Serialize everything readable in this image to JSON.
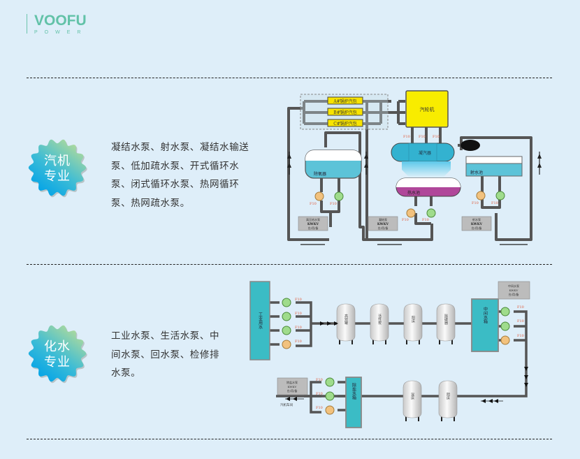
{
  "brand": {
    "name": "VOOFU",
    "sub": "POWER",
    "color": "#62c2a8"
  },
  "sections": [
    {
      "badge": {
        "line1": "汽机",
        "line2": "专业"
      },
      "description": "凝结水泵、射水泵、凝结水输送泵、低加疏水泵、开式循环水泵、闭式循环水泵、热网循环泵、热网疏水泵。",
      "diagram": {
        "boilers": [
          "A#锅炉汽包",
          "B#锅炉汽包",
          "C#锅炉汽包"
        ],
        "turbine": "汽轮机",
        "condenser": "凝汽器",
        "hotwell": "热水池",
        "deaerator": "除氧器",
        "jet_pool": "射水池",
        "valve_tag": "F10",
        "pump_groups": [
          {
            "line1": "高压给水泵",
            "line2": "KWKV",
            "line3": "台/用/备"
          },
          {
            "line1": "凝结泵",
            "line2": "KWKV",
            "line3": "台/用/备"
          },
          {
            "line1": "射水泵",
            "line2": "KWKV",
            "line3": "台/用/备"
          }
        ]
      }
    },
    {
      "badge": {
        "line1": "化水",
        "line2": "专业"
      },
      "description": "工业水泵、生活水泵、中间水泵、回水泵、检修排水泵。",
      "diagram": {
        "industrial_tank": "工业用水",
        "middle_tank": "中间水箱",
        "desalt_tank": "除盐水箱",
        "vessels_top": [
          "高效罐",
          "活性炭",
          "阳床",
          "除碳器"
        ],
        "vessels_bottom": [
          "混床",
          "阴床"
        ],
        "valve_tag": "F10",
        "middle_pump_box": {
          "line1": "中间水泵",
          "line2": "KWKV",
          "line3": "台/用/备"
        },
        "desalt_pump_box": {
          "line1": "除盐水泵",
          "line2": "KWKV",
          "line3": "台/用/备"
        },
        "outlet_label": "汽机车间"
      }
    }
  ],
  "colors": {
    "background": "#deeef9",
    "badge_gradient_start": "#9fd5a6",
    "badge_gradient_end": "#0aa7e4"
  }
}
